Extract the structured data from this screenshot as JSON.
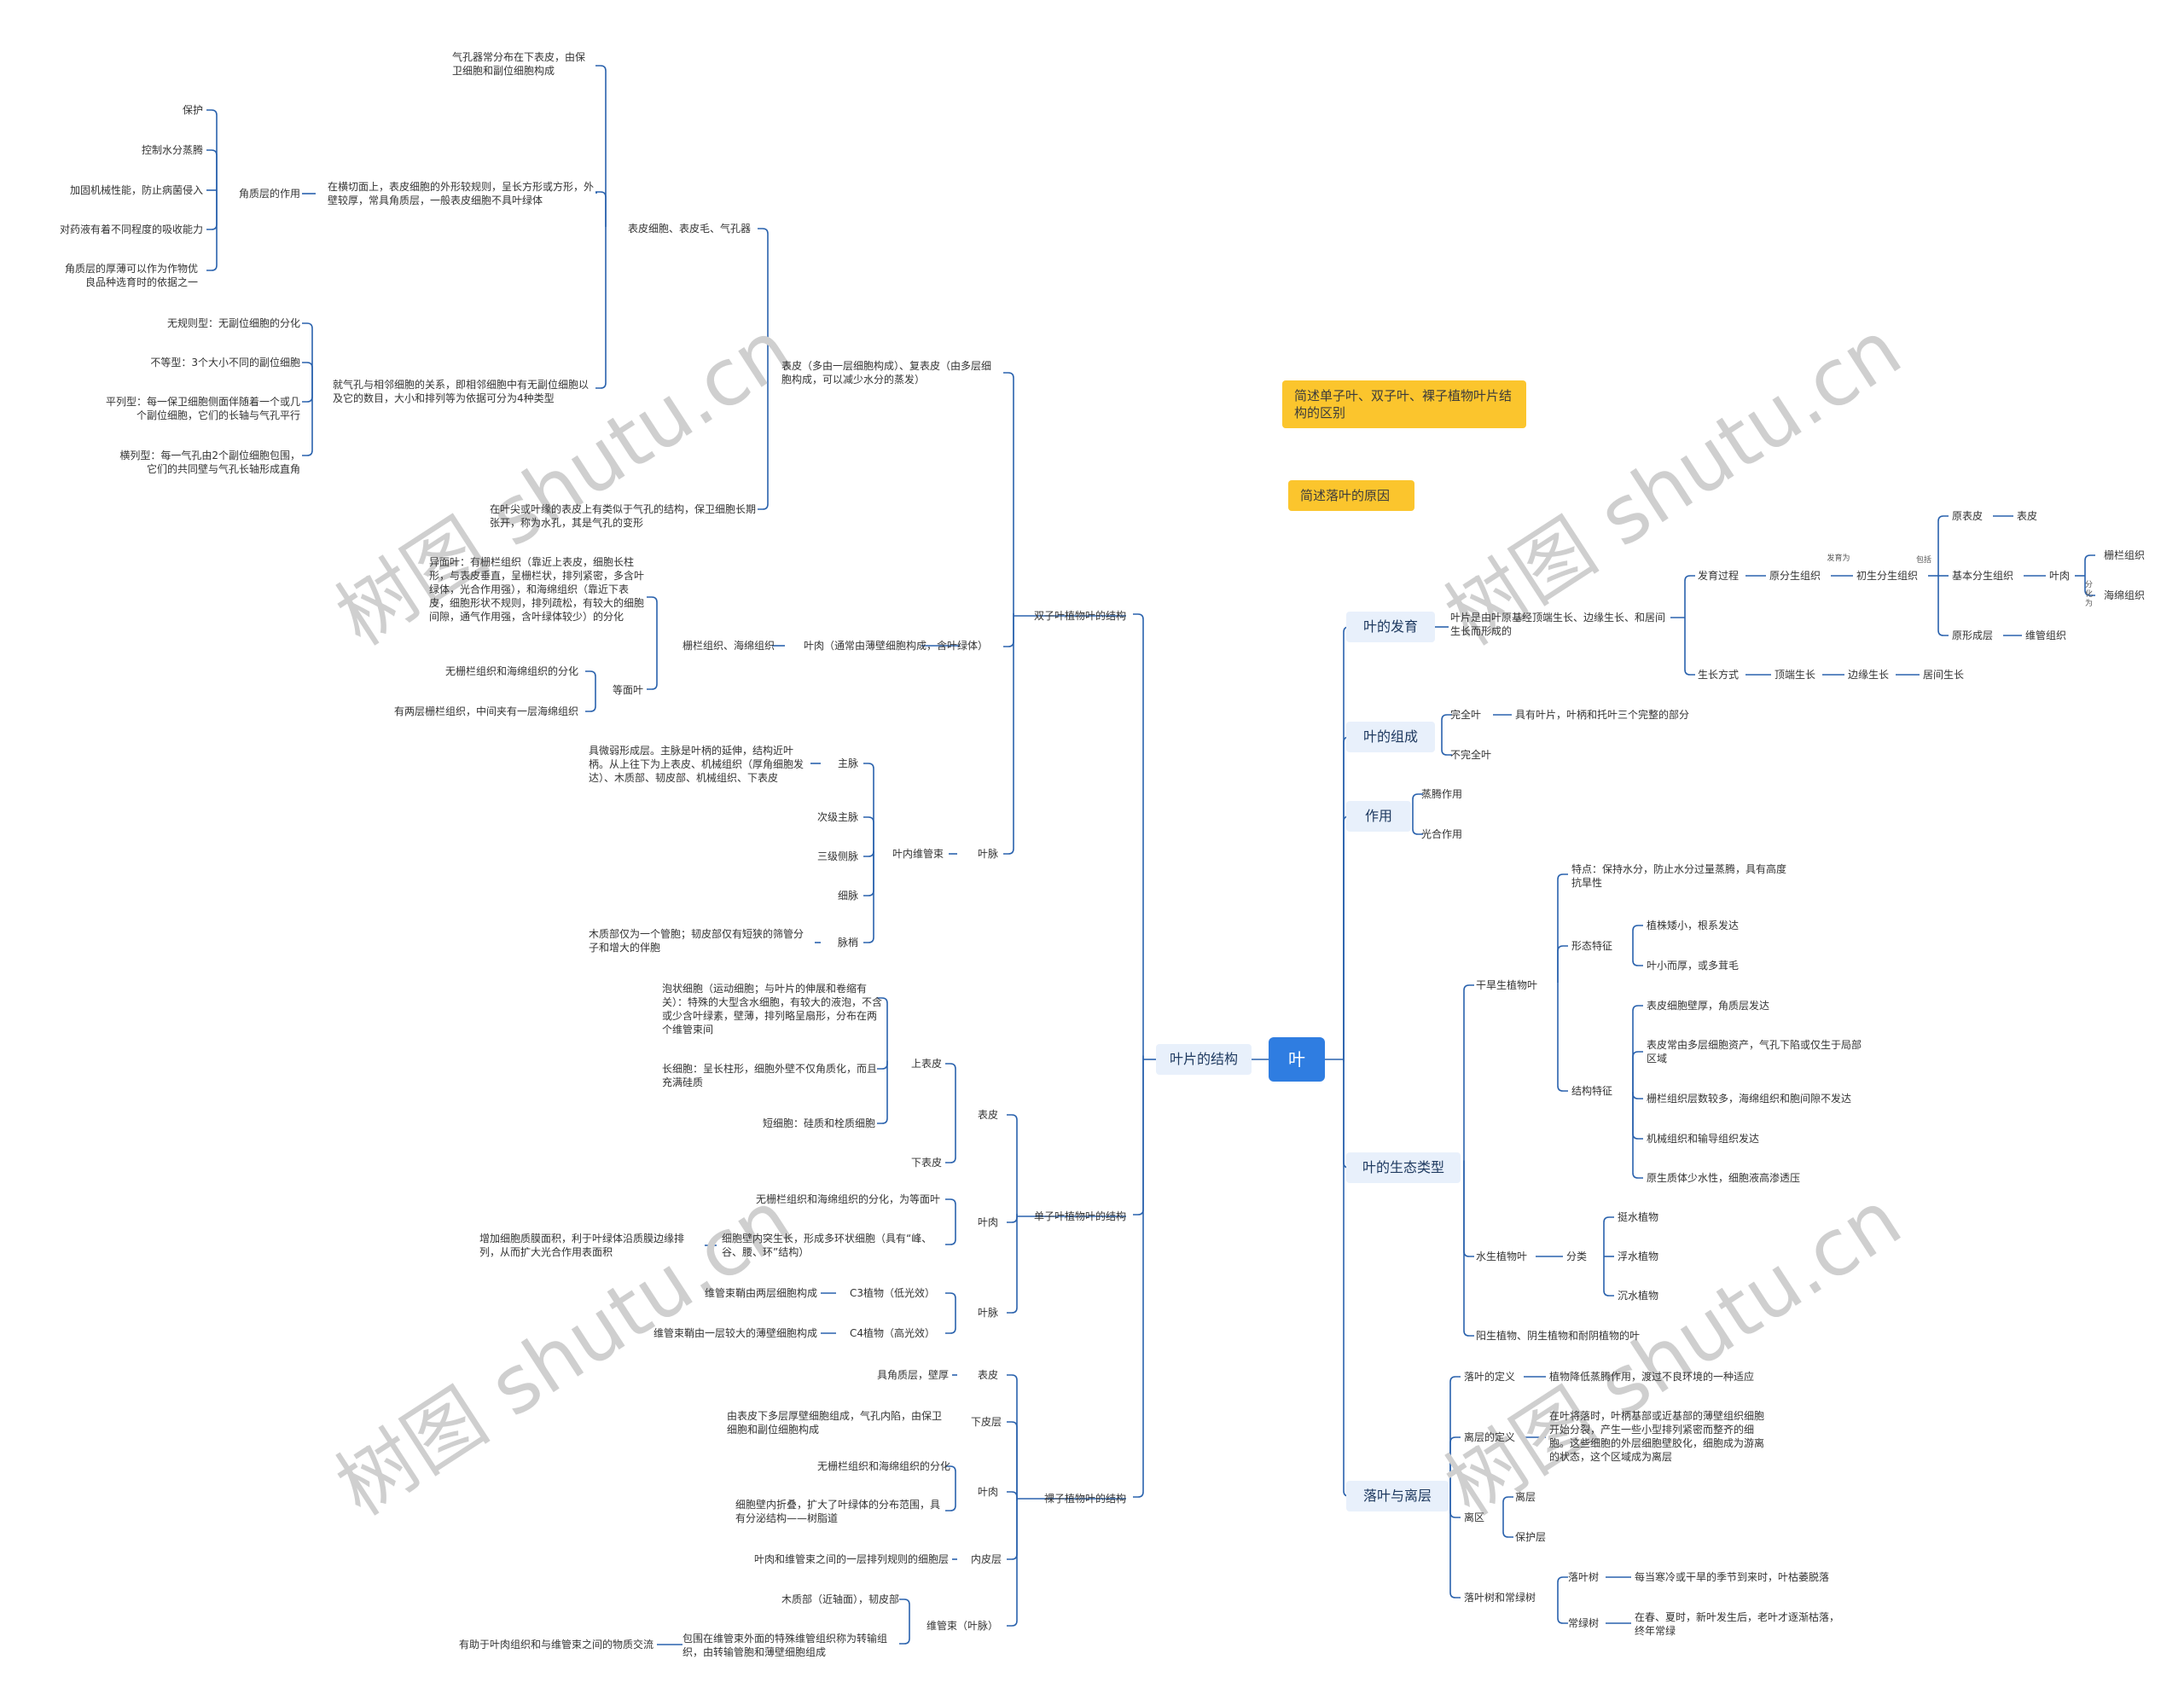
{
  "root": "叶",
  "notes": [
    "简述单子叶、双子叶、裸子植物叶片结构的区别",
    "简述落叶的原因"
  ],
  "watermark": "树图 shutu.cn",
  "left": {
    "main": "叶片的结构",
    "dicot": {
      "label": "双子叶植物叶的结构",
      "epidermis": {
        "label": "表皮（多由一层细胞构成）、复表皮（由多层细胞构成，可以减少水分的蒸发）",
        "cells": {
          "label": "表皮细胞、表皮毛、气孔器",
          "stomata_loc": "气孔器常分布在下表皮，由保卫细胞和副位细胞构成",
          "cross_section": "在横切面上，表皮细胞的外形较规则，呈长方形或方形，外壁较厚，常具角质层，一般表皮细胞不具叶绿体",
          "cuticle": "角质层的作用",
          "cuticle_items": [
            "保护",
            "控制水分蒸腾",
            "加固机械性能，防止病菌侵入",
            "对药液有着不同程度的吸收能力",
            "角质层的厚薄可以作为作物优良品种选育时的依据之一"
          ],
          "stomata_types": "就气孔与相邻细胞的关系，即相邻细胞中有无副位细胞以及它的数目，大小和排列等为依据可分为4种类型",
          "type_items": [
            "无规则型：无副位细胞的分化",
            "不等型：3个大小不同的副位细胞",
            "平列型：每一保卫细胞侧面伴随着一个或几个副位细胞，它们的长轴与气孔平行",
            "横列型：每一气孔由2个副位细胞包围，它们的共同壁与气孔长轴形成直角"
          ]
        },
        "hydathode": "在叶尖或叶缘的表皮上有类似于气孔的结构，保卫细胞长期张开，称为水孔，其是气孔的变形"
      },
      "mesophyll": {
        "label": "叶肉（通常由薄壁细胞构成，含叶绿体）",
        "tissue": "栅栏组织、海绵组织",
        "bifacial": "异面叶：有栅栏组织（靠近上表皮，细胞长柱形，与表皮垂直，呈栅栏状，排列紧密，多含叶绿体，光合作用强），和海绵组织（靠近下表皮，细胞形状不规则，排列疏松，有较大的细胞间隙，通气作用强，含叶绿体较少）的分化",
        "isobilateral": "等面叶",
        "iso_items": [
          "无栅栏组织和海绵组织的分化",
          "有两层栅栏组织，中间夹有一层海绵组织"
        ]
      },
      "vein": {
        "label": "叶脉",
        "bundle": "叶内维管束",
        "main_vein": "主脉",
        "main_desc": "具微弱形成层。主脉是叶柄的延伸，结构近叶柄。从上往下为上表皮、机械组织（厚角细胞发达）、木质部、韧皮部、机械组织、下表皮",
        "secondary": "次级主脉",
        "tertiary": "三级侧脉",
        "veinlet": "细脉",
        "ending": "脉梢",
        "ending_desc": "木质部仅为一个管胞；韧皮部仅有短狭的筛管分子和增大的伴胞"
      }
    },
    "monocot": {
      "label": "单子叶植物叶的结构",
      "epidermis": "表皮",
      "upper": "上表皮",
      "bulliform": "泡状细胞（运动细胞；与叶片的伸展和卷缩有关）：特殊的大型含水细胞，有较大的液泡，不含或少含叶绿素，壁薄，排列略呈扇形，分布在两个维管束间",
      "long_cell": "长细胞：呈长柱形，细胞外壁不仅角质化，而且充满硅质",
      "short_cell": "短细胞：硅质和栓质细胞",
      "lower": "下表皮",
      "mesophyll": "叶肉",
      "meso_iso": "无栅栏组织和海绵组织的分化，为等面叶",
      "meso_cell": "细胞壁内突生长，形成多环状细胞（具有“峰、谷、腰、环”结构）",
      "meso_effect": "增加细胞质膜面积，利于叶绿体沿质膜边缘排列，从而扩大光合作用表面积",
      "vein": "叶脉",
      "c3": "C3植物（低光效）",
      "c3_desc": "维管束鞘由两层细胞构成",
      "c4": "C4植物（高光效）",
      "c4_desc": "维管束鞘由一层较大的薄壁细胞构成"
    },
    "gymno": {
      "label": "裸子植物叶的结构",
      "epidermis": "表皮",
      "epi_desc": "具角质层，壁厚",
      "hypodermis": "下皮层",
      "hypo_desc": "由表皮下多层厚壁细胞组成，气孔内陷，由保卫细胞和副位细胞构成",
      "mesophyll": "叶肉",
      "meso_a": "无栅栏组织和海绵组织的分化",
      "meso_b": "细胞壁内折叠，扩大了叶绿体的分布范围，具有分泌结构——树脂道",
      "endodermis": "内皮层",
      "endo_desc": "叶肉和维管束之间的一层排列规则的细胞层",
      "bundle": "维管束（叶脉）",
      "bundle_a": "木质部（近轴面），韧皮部",
      "bundle_b": "包围在维管束外面的特殊维管组织称为转输组织，由转输管胞和薄壁细胞组成",
      "bundle_b2": "有助于叶肉组织和与维管束之间的物质交流"
    }
  },
  "right": {
    "development": {
      "label": "叶的发育",
      "desc": "叶片是由叶原基经顶端生长、边缘生长、和居间生长而形成的",
      "process": "发育过程",
      "primordium": "原分生组织",
      "develop_to": "发育为",
      "primary": "初生分生组织",
      "include": "包括",
      "protoderm": "原表皮",
      "epidermis": "表皮",
      "ground": "基本分生组织",
      "mesophyll": "叶肉",
      "division": "分化为",
      "palisade": "栅栏组织",
      "spongy": "海绵组织",
      "procambium": "原形成层",
      "vascular": "维管组织",
      "growth": "生长方式",
      "apical": "顶端生长",
      "marginal": "边缘生长",
      "intercalary": "居间生长"
    },
    "composition": {
      "label": "叶的组成",
      "complete": "完全叶",
      "complete_desc": "具有叶片，叶柄和托叶三个完整的部分",
      "incomplete": "不完全叶"
    },
    "function": {
      "label": "作用",
      "transpiration": "蒸腾作用",
      "photosynthesis": "光合作用"
    },
    "ecology": {
      "label": "叶的生态类型",
      "xero": "干旱生植物叶",
      "xero_feature": "特点：保持水分，防止水分过量蒸腾，具有高度抗旱性",
      "morph": "形态特征",
      "morph_items": [
        "植株矮小，根系发达",
        "叶小而厚，或多茸毛"
      ],
      "struct": "结构特征",
      "struct_items": [
        "表皮细胞壁厚，角质层发达",
        "表皮常由多层细胞资产，气孔下陷或仅生于局部区域",
        "栅栏组织层数较多，海绵组织和胞间隙不发达",
        "机械组织和输导组织发达",
        "原生质体少水性，细胞液高渗透压"
      ],
      "hydro": "水生植物叶",
      "classify": "分类",
      "hydro_items": [
        "挺水植物",
        "浮水植物",
        "沉水植物"
      ],
      "others": "阳生植物、阴生植物和耐阴植物的叶"
    },
    "abscission": {
      "label": "落叶与离层",
      "def": "落叶的定义",
      "def_desc": "植物降低蒸腾作用，渡过不良环境的一种适应",
      "layer_def": "离层的定义",
      "layer_desc": "在叶将落时，叶柄基部或近基部的薄壁组织细胞开始分裂，产生一些小型排列紧密而整齐的细胞。这些细胞的外层细胞壁胶化，细胞成为游离的状态，这个区域成为离层",
      "zone": "离区",
      "separation": "离层",
      "protective": "保护层",
      "trees": "落叶树和常绿树",
      "deciduous": "落叶树",
      "deciduous_desc": "每当寒冷或干旱的季节到来时，叶枯萎脱落",
      "evergreen": "常绿树",
      "evergreen_desc": "在春、夏时，新叶发生后，老叶才逐渐枯落，终年常绿"
    }
  }
}
